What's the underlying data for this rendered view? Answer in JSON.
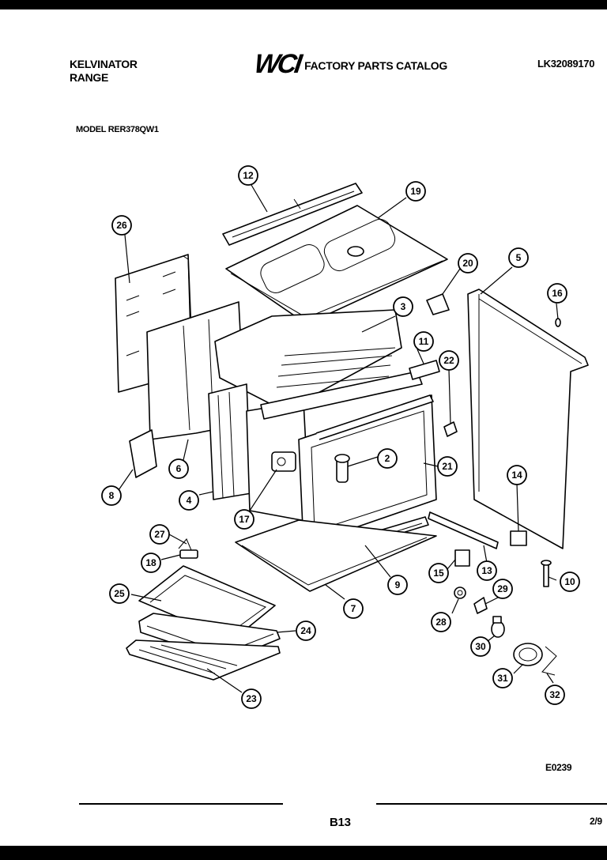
{
  "header": {
    "brand_line1": "KELVINATOR",
    "brand_line2": "RANGE",
    "logo_text": "WCI",
    "catalog_title": "FACTORY PARTS CATALOG",
    "catalog_number": "LK32089170",
    "model_line": "MODEL RER378QW1"
  },
  "footer": {
    "figure_code": "E0239",
    "page_number": "B13",
    "date_code": "2/9"
  },
  "callouts": {
    "c2": "2",
    "c3": "3",
    "c4": "4",
    "c5": "5",
    "c6": "6",
    "c7": "7",
    "c8": "8",
    "c9": "9",
    "c10": "10",
    "c11": "11",
    "c12": "12",
    "c13": "13",
    "c14": "14",
    "c15": "15",
    "c16": "16",
    "c17": "17",
    "c18": "18",
    "c19": "19",
    "c20": "20",
    "c21": "21",
    "c22": "22",
    "c23": "23",
    "c24": "24",
    "c25": "25",
    "c26": "26",
    "c27": "27",
    "c28": "28",
    "c29": "29",
    "c30": "30",
    "c31": "31",
    "c32": "32"
  }
}
